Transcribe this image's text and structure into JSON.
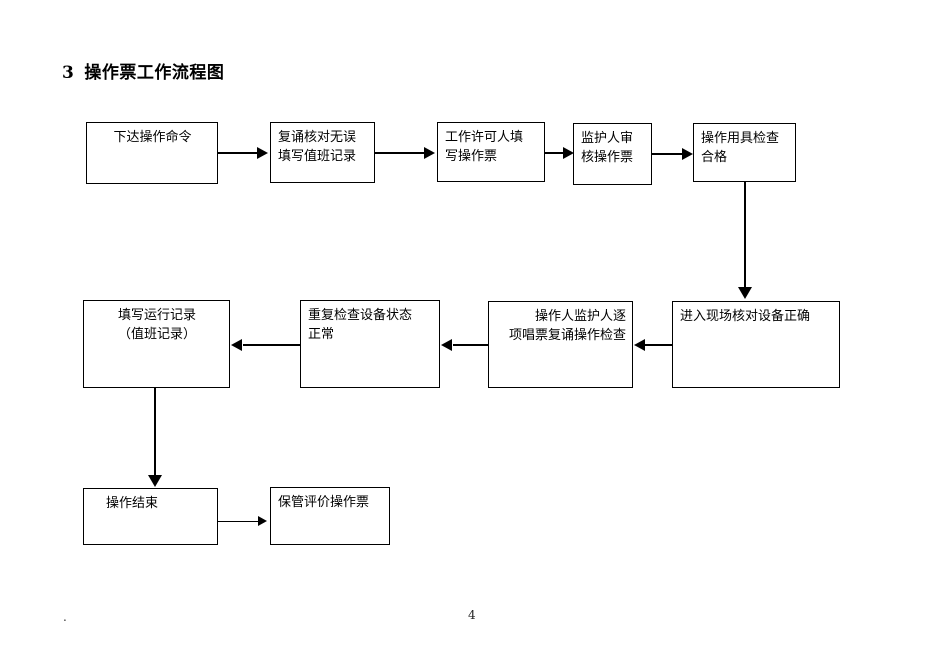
{
  "document": {
    "title_number": "3",
    "title_text": "操作票工作流程图",
    "footer_mark": ".",
    "page_number": "4"
  },
  "flowchart": {
    "type": "flowchart",
    "orientation": "left-to-right, serpentine",
    "colors": {
      "box_border": "#000000",
      "box_fill": "#ffffff",
      "connector": "#000000",
      "text": "#000000"
    },
    "nodes": [
      {
        "id": "n1",
        "label_lines": [
          "下达操作命令"
        ],
        "row": 1,
        "align": "center"
      },
      {
        "id": "n2",
        "label_lines": [
          "复诵核对无误",
          "填写值班记录"
        ],
        "row": 1,
        "align": "left"
      },
      {
        "id": "n3",
        "label_lines": [
          "工作许可人填",
          "写操作票"
        ],
        "row": 1,
        "align": "left"
      },
      {
        "id": "n4",
        "label_lines": [
          "监护人审",
          "核操作票"
        ],
        "row": 1,
        "align": "left"
      },
      {
        "id": "n5",
        "label_lines": [
          "操作用具检查",
          "合格"
        ],
        "row": 1,
        "align": "left"
      },
      {
        "id": "n6",
        "label_lines": [
          "进入现场核对设备正确"
        ],
        "row": 2,
        "align": "left"
      },
      {
        "id": "n7",
        "label_lines": [
          "操作人监护人逐",
          "项唱票复诵操作检查"
        ],
        "row": 2,
        "align": "left"
      },
      {
        "id": "n8",
        "label_lines": [
          "重复检查设备状态",
          "正常"
        ],
        "row": 2,
        "align": "left"
      },
      {
        "id": "n9",
        "label_lines": [
          "填写运行记录",
          "（值班记录）"
        ],
        "row": 2,
        "align": "center"
      },
      {
        "id": "n10",
        "label_lines": [
          "操作结束"
        ],
        "row": 3,
        "align": "center"
      },
      {
        "id": "n11",
        "label_lines": [
          "保管评价操作票"
        ],
        "row": 3,
        "align": "left"
      }
    ],
    "edges": [
      {
        "from": "n1",
        "to": "n2",
        "direction": "right"
      },
      {
        "from": "n2",
        "to": "n3",
        "direction": "right"
      },
      {
        "from": "n3",
        "to": "n4",
        "direction": "right"
      },
      {
        "from": "n4",
        "to": "n5",
        "direction": "right"
      },
      {
        "from": "n5",
        "to": "n6",
        "direction": "down"
      },
      {
        "from": "n6",
        "to": "n7",
        "direction": "left"
      },
      {
        "from": "n7",
        "to": "n8",
        "direction": "left"
      },
      {
        "from": "n8",
        "to": "n9",
        "direction": "left"
      },
      {
        "from": "n9",
        "to": "n10",
        "direction": "down"
      },
      {
        "from": "n10",
        "to": "n11",
        "direction": "right"
      }
    ]
  }
}
